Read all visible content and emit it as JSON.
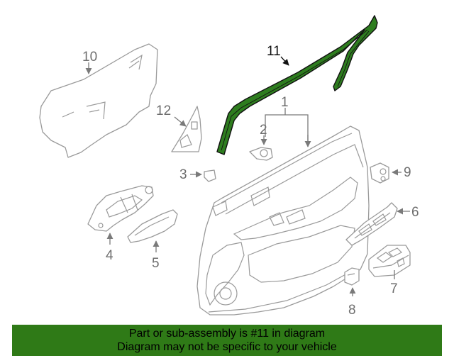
{
  "callouts": {
    "c1": "1",
    "c2": "2",
    "c3": "3",
    "c4": "4",
    "c5": "5",
    "c6": "6",
    "c7": "7",
    "c8": "8",
    "c9": "9",
    "c10": "10",
    "c11": "11",
    "c12": "12"
  },
  "highlight": {
    "part_number": "11",
    "color": "#2e7d1f"
  },
  "banner": {
    "line1": "Part or sub-assembly is #11 in diagram",
    "line2": "Diagram may not be specific to your vehicle",
    "background": "#2f7a17"
  }
}
